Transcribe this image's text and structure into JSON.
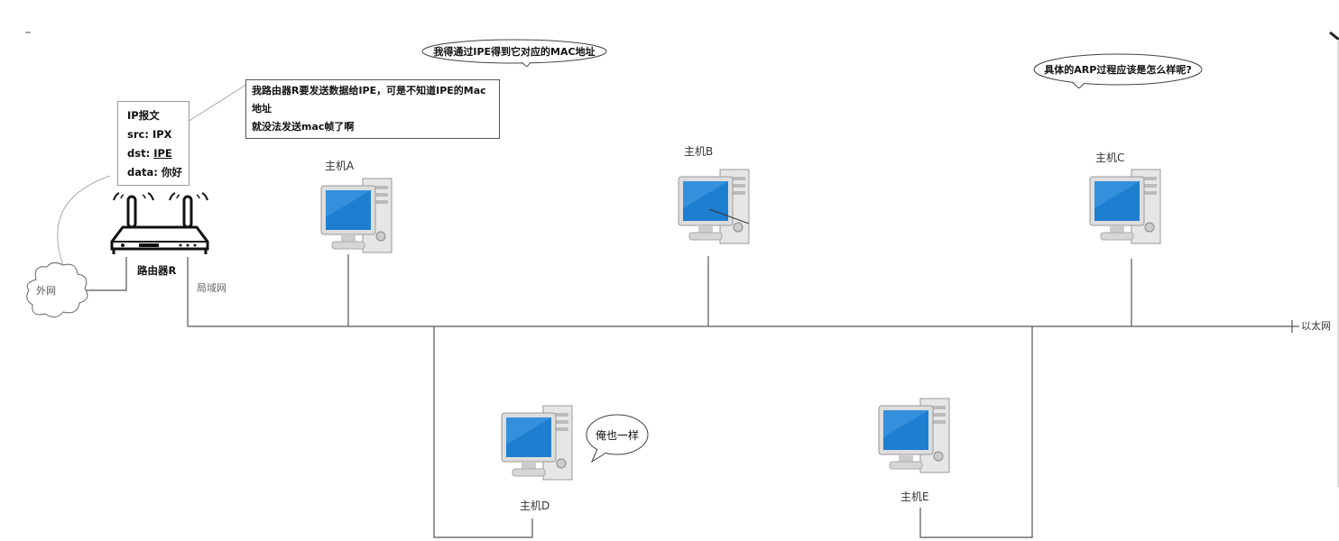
{
  "speech": {
    "top": "我得通过IPE得到它对应的MAC地址",
    "arp_question": "具体的ARP过程应该是怎么样呢?",
    "same": "俺也一样"
  },
  "router_note": {
    "line1": "我路由器R要发送数据给IPE，可是不知道IPE的Mac地址",
    "line2": "就没法发送mac帧了啊"
  },
  "ip_packet": {
    "title": "IP报文",
    "src_label": "src:",
    "src_value": "IPX",
    "dst_label": "dst:",
    "dst_value": "IPE",
    "data_label": "data:",
    "data_value": "你好"
  },
  "labels": {
    "router": "路由器R",
    "wan": "外网",
    "lan": "局域网",
    "ethernet": "以太网"
  },
  "hosts": [
    {
      "label": "主机A"
    },
    {
      "label": "主机B"
    },
    {
      "label": "主机C"
    },
    {
      "label": "主机D"
    },
    {
      "label": "主机E"
    }
  ],
  "colors": {
    "line": "#555555",
    "screen": "#1e7fd1",
    "case": "#cfcfcf"
  }
}
